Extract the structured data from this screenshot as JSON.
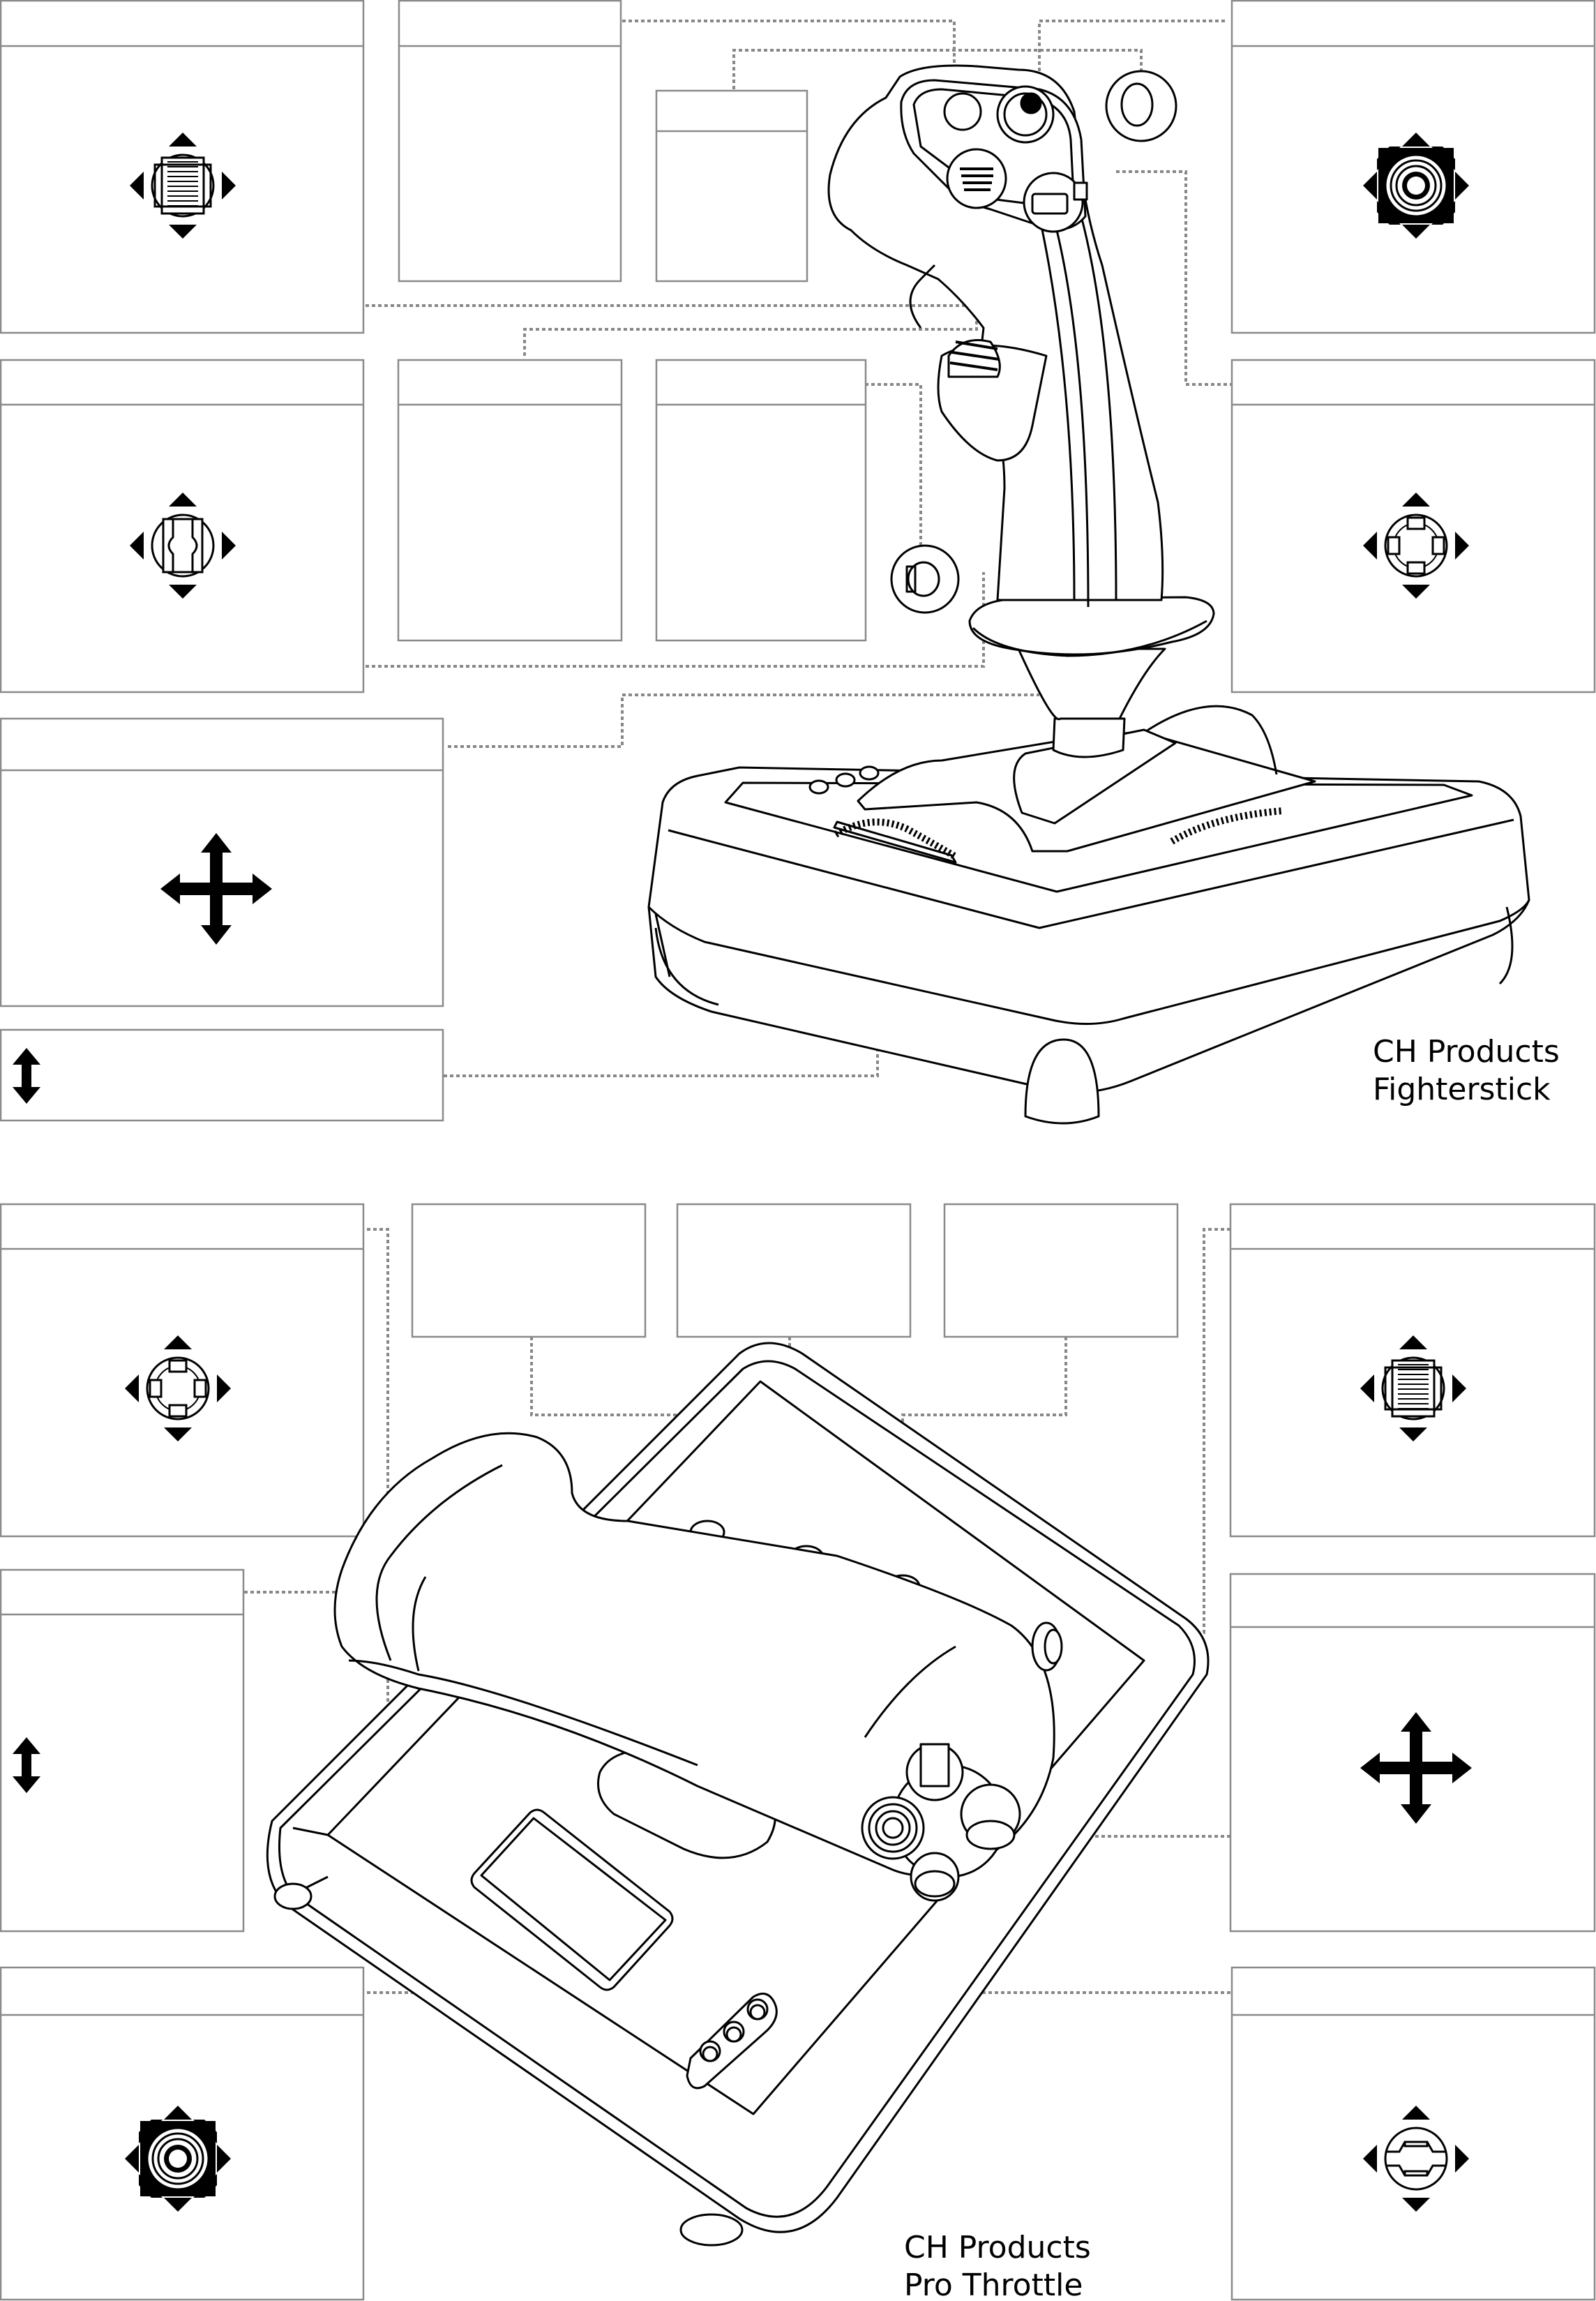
{
  "fighterstick": {
    "name_line1": "CH Products",
    "name_line2": "Fighterstick",
    "panels": [
      {
        "id": "hat-top-left",
        "control": "hat",
        "icon": "hat-ribbed-icon"
      },
      {
        "id": "button-top-1",
        "control": "button",
        "icon": ""
      },
      {
        "id": "button-top-2",
        "control": "button",
        "icon": ""
      },
      {
        "id": "hat-top-right",
        "control": "hat",
        "icon": "hat-8way-ringed-icon"
      },
      {
        "id": "hat-mid-left",
        "control": "hat",
        "icon": "hat-split-icon"
      },
      {
        "id": "button-mid-1",
        "control": "button",
        "icon": ""
      },
      {
        "id": "button-mid-2",
        "control": "button",
        "icon": ""
      },
      {
        "id": "hat-mid-right",
        "control": "hat",
        "icon": "hat-4nub-icon"
      },
      {
        "id": "xy-axis",
        "control": "axis",
        "icon": "four-way-arrow-icon"
      },
      {
        "id": "throttle-wheel",
        "control": "axis",
        "icon": "vertical-arrow-icon"
      }
    ]
  },
  "pro_throttle": {
    "name_line1": "CH Products",
    "name_line2": "Pro Throttle",
    "panels": [
      {
        "id": "hat-upper-left",
        "control": "hat",
        "icon": "hat-4nub-icon"
      },
      {
        "id": "button-a",
        "control": "button",
        "icon": ""
      },
      {
        "id": "button-b",
        "control": "button",
        "icon": ""
      },
      {
        "id": "button-c",
        "control": "button",
        "icon": ""
      },
      {
        "id": "hat-upper-right",
        "control": "hat",
        "icon": "hat-ribbed-icon"
      },
      {
        "id": "throttle-axis",
        "control": "axis",
        "icon": "vertical-arrow-icon"
      },
      {
        "id": "mini-stick",
        "control": "axis",
        "icon": "four-way-arrow-icon"
      },
      {
        "id": "hat-lower-left",
        "control": "hat",
        "icon": "hat-8way-ringed-icon"
      },
      {
        "id": "hat-lower-right",
        "control": "hat",
        "icon": "hat-barrel-icon"
      }
    ]
  }
}
